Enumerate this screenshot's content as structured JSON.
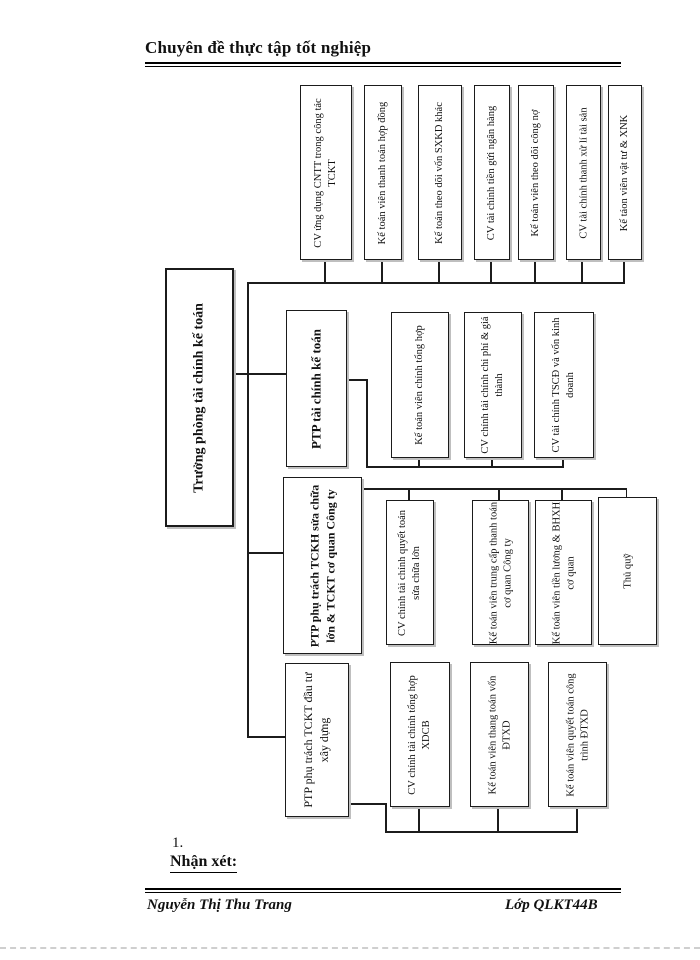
{
  "page": {
    "header_title": "Chuyên đề thực tập tốt nghiệp",
    "section_number": "1.",
    "section_heading": "Nhận xét:",
    "footer_left": "Nguyễn Thị Thu Trang",
    "footer_right": "Lớp QLKT44B"
  },
  "diagram": {
    "root": {
      "label": "Trưởng phòng tài chính kế toán"
    },
    "staff": [
      "CV ứng dụng CNTT trong công tác TCKT",
      "Kế toán viên thanh toán hợp đồng",
      "Kế toán theo dõi vốn SXKD khác",
      "CV tài chính tiền gửi ngân hàng",
      "Kế toán viên theo dõi công nợ",
      "CV tài chính thanh xử lí tài sản",
      "Kế táon viên vật tư & XNK"
    ],
    "branches": [
      {
        "label": "PTP tài chính kế toán",
        "children": [
          "Kế toán viên chính tổng hợp",
          "CV chính tài chính chi phí & giá thành",
          "CV tài chính TSCĐ và vốn kinh doanh"
        ]
      },
      {
        "label": "PTP phụ trách TCKH sửa chữa lớn & TCKT cơ quan Công ty",
        "children": [
          "CV chính tài chính quyết toán sửa chữa lớn",
          "Kế toán viên trung cấp thanh toán cơ quan Công ty",
          "Kế toán viên tiền lương & BHXH cơ quan",
          "Thủ quỹ"
        ]
      },
      {
        "label": "PTP phụ trách TCKT đầu tư xây dựng",
        "children": [
          "CV chính tài chính tổng hợp XDCB",
          "Kế toán viên thang toán vốn ĐTXD",
          "Kế toán viên quyết toán công trình ĐTXD"
        ]
      }
    ]
  }
}
